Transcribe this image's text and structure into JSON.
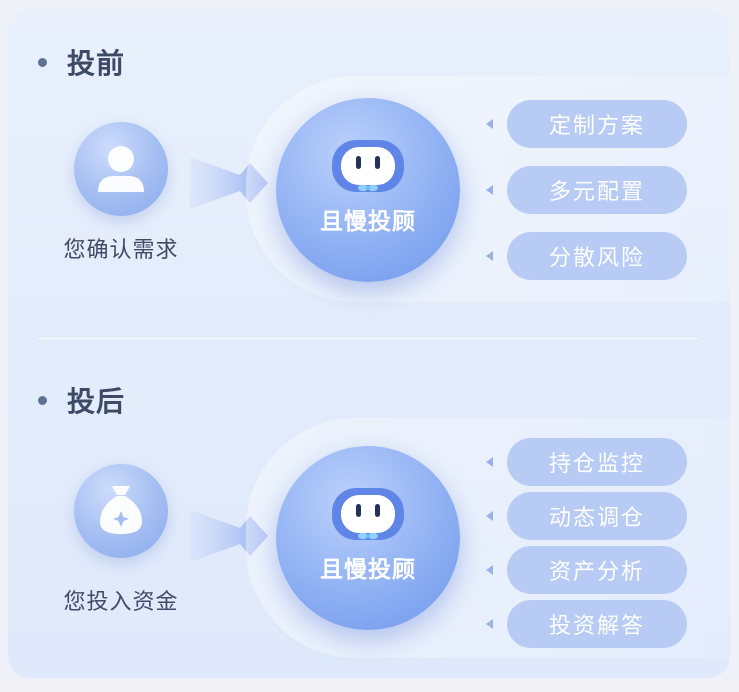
{
  "sections": [
    {
      "heading": "投前",
      "user_label": "您确认需求",
      "user_icon": "person-icon",
      "assistant_name": "且慢投顾",
      "features": [
        "定制方案",
        "多元配置",
        "分散风险"
      ]
    },
    {
      "heading": "投后",
      "user_label": "您投入资金",
      "user_icon": "money-bag-icon",
      "assistant_name": "且慢投顾",
      "features": [
        "持仓监控",
        "动态调仓",
        "资产分析",
        "投资解答"
      ]
    }
  ],
  "colors": {
    "pill_bg": "#b7cbf5",
    "heading_text": "#3c4a66",
    "robot_accent": "#6f96ec"
  }
}
